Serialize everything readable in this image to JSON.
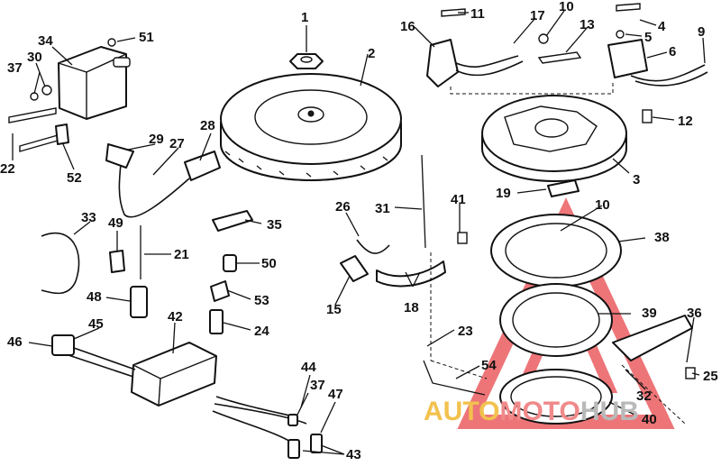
{
  "watermark": {
    "segments": [
      {
        "text": "AUTO",
        "color": "#f2c14e"
      },
      {
        "text": "MOTO",
        "color": "#f08a8a"
      },
      {
        "text": "HUB",
        "color": "#b9b9b9"
      }
    ],
    "triangle_color": "#e8474b"
  },
  "labels": [
    "1",
    "2",
    "3",
    "4",
    "5",
    "6",
    "9",
    "10",
    "10",
    "11",
    "12",
    "13",
    "15",
    "16",
    "17",
    "18",
    "19",
    "21",
    "22",
    "23",
    "24",
    "25",
    "26",
    "27",
    "28",
    "29",
    "30",
    "31",
    "32",
    "33",
    "34",
    "35",
    "36",
    "37",
    "37",
    "38",
    "39",
    "40",
    "41",
    "42",
    "43",
    "44",
    "45",
    "46",
    "47",
    "48",
    "49",
    "50",
    "51",
    "52",
    "53",
    "54"
  ]
}
